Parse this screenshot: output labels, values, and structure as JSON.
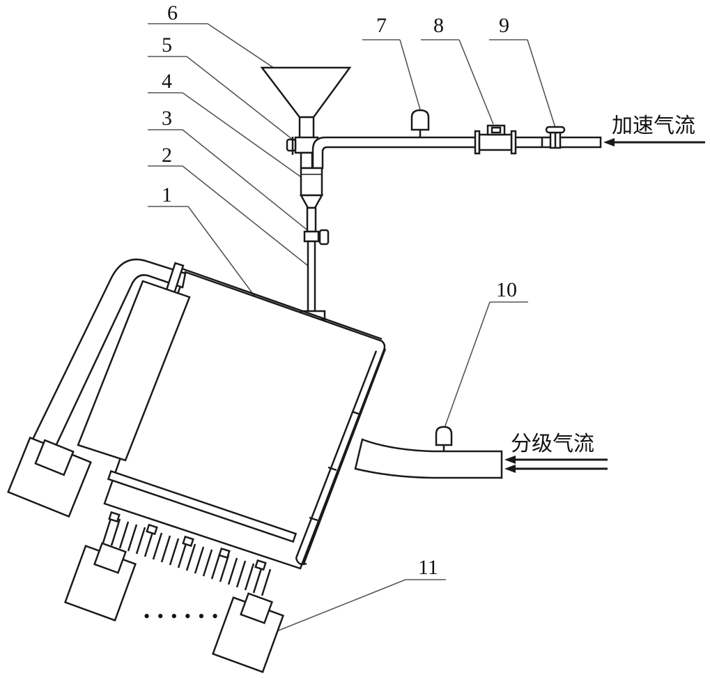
{
  "labels": {
    "part1": "1",
    "part2": "2",
    "part3": "3",
    "part4": "4",
    "part5": "5",
    "part6": "6",
    "part7": "7",
    "part8": "8",
    "part9": "9",
    "part10": "10",
    "part11": "11"
  },
  "airflows": {
    "acceleration": "加速气流",
    "classification": "分级气流"
  },
  "ellipsis": "• • • • • •"
}
